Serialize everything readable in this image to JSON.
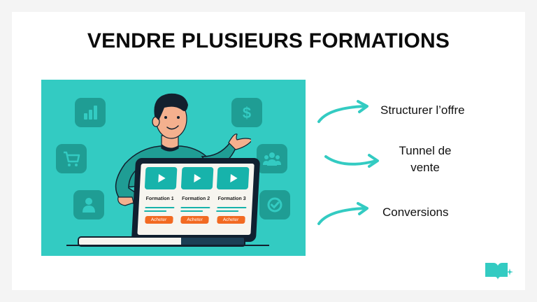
{
  "title": "VENDRE PLUSIEURS FORMATIONS",
  "colors": {
    "accent": "#33cbc2",
    "icon_tile": "#1f9d94",
    "button": "#f26a22",
    "title_text": "#0b0b0b"
  },
  "illustration": {
    "background_icons_left": [
      "bar-chart-icon",
      "shopping-cart-icon",
      "user-icon"
    ],
    "background_icons_right": [
      "dollar-icon",
      "group-icon",
      "check-circle-icon"
    ],
    "courses": [
      {
        "title": "Formation 1",
        "button": "Acheter"
      },
      {
        "title": "Formation 2",
        "button": "Acheter"
      },
      {
        "title": "Formation 3",
        "button": "Acheter"
      }
    ]
  },
  "steps": [
    {
      "label": "Structurer l’offre"
    },
    {
      "label_line1": "Tunnel de",
      "label_line2": "vente"
    },
    {
      "label": "Conversions"
    }
  ],
  "logo": "book-sparkle-icon"
}
